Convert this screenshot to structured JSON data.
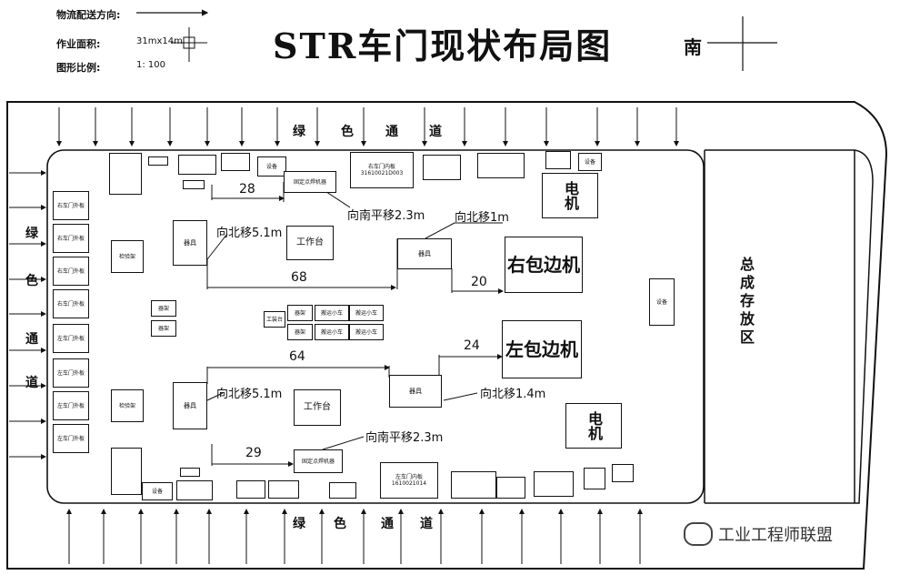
{
  "header": {
    "direction_label": "物流配送方向:",
    "area_label": "作业面积:",
    "area_value": "31mx14m",
    "scale_label": "图形比例:",
    "scale_value": "1: 100"
  },
  "title": "STR车门现状布局图",
  "south": "南",
  "green_channel_top": [
    "绿",
    "色",
    "通",
    "道"
  ],
  "green_channel_bottom": [
    "绿",
    "色",
    "通",
    "道"
  ],
  "green_channel_left": [
    "绿",
    "色",
    "通",
    "道"
  ],
  "finished_storage": "总成存放区",
  "left_racks": [
    "右车门外板",
    "右车门外板",
    "右车门外板",
    "右车门外板",
    "左车门外板",
    "左车门外板",
    "左车门外板",
    "左车门外板"
  ],
  "machines": {
    "right_hemming": "右包边机",
    "left_hemming": "左包边机",
    "motor_top": "电机",
    "motor_bottom": "电机",
    "workbench_top": "工作台",
    "workbench_bottom": "工作台",
    "fixture_top_left": "器具",
    "fixture_top_right": "器具",
    "fixture_bottom_left": "器具",
    "fixture_bottom_right": "器具",
    "fixed_gun_top": "固定点焊机器",
    "fixed_gun_bottom": "固定点焊机器",
    "inspect_top": "检验架",
    "inspect_bottom": "检验架",
    "equipment_right": "设备",
    "equipment_top": "设备",
    "equipment_bottom": "设备",
    "cart1": "搬运小车",
    "cart2": "搬运小车",
    "cart3": "搬运小车",
    "cart4": "搬运小车",
    "station_a": "器架",
    "station_b": "器架",
    "station_c": "器架",
    "station_d": "器架",
    "small_a": "工装台",
    "top_inner_right": "右车门内板",
    "top_inner_right_code": "31610021D003",
    "bottom_inner_left": "左车门内板",
    "bottom_inner_left_code": "1610021014"
  },
  "annotations": {
    "move_south_top": "向南平移2.3m",
    "move_north_1m": "向北移1m",
    "move_north_top": "向北移5.1m",
    "move_north_bottom": "向北移5.1m",
    "move_north_14": "向北移1.4m",
    "move_south_bottom": "向南平移2.3m",
    "dim_28": "28",
    "dim_68": "68",
    "dim_20": "20",
    "dim_24": "24",
    "dim_64": "64",
    "dim_29": "29"
  },
  "watermark": "工业工程师联盟"
}
